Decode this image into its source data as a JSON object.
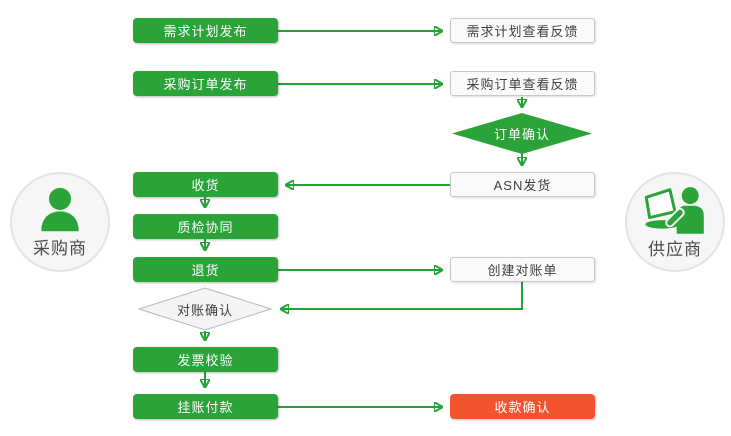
{
  "palette": {
    "green": "#2aa338",
    "arrow_green": "#23a336",
    "red": "#f3532e",
    "light_node_bg": "#fafafa",
    "light_node_border": "#c8c8c8",
    "dark_text": "#3f3f3f"
  },
  "actors": {
    "buyer": {
      "label": "采购商",
      "icon": "person-icon"
    },
    "supplier": {
      "label": "供应商",
      "icon": "person-laptop-icon"
    }
  },
  "nodes": {
    "demand_plan_publish": "需求计划发布",
    "demand_plan_feedback": "需求计划查看反馈",
    "po_publish": "采购订单发布",
    "po_feedback": "采购订单查看反馈",
    "order_confirm": "订单确认",
    "receive_goods": "收货",
    "asn_ship": "ASN发货",
    "quality_collab": "质检协同",
    "return_goods": "退货",
    "create_statement": "创建对账单",
    "statement_confirm": "对账确认",
    "invoice_check": "发票校验",
    "book_payment": "挂账付款",
    "receipt_confirm": "收款确认"
  },
  "edges": [
    {
      "from": "demand_plan_publish",
      "to": "demand_plan_feedback"
    },
    {
      "from": "po_publish",
      "to": "po_feedback"
    },
    {
      "from": "po_feedback",
      "to": "order_confirm"
    },
    {
      "from": "order_confirm",
      "to": "asn_ship"
    },
    {
      "from": "asn_ship",
      "to": "receive_goods"
    },
    {
      "from": "receive_goods",
      "to": "quality_collab"
    },
    {
      "from": "quality_collab",
      "to": "return_goods"
    },
    {
      "from": "return_goods",
      "to": "create_statement"
    },
    {
      "from": "create_statement",
      "to": "statement_confirm"
    },
    {
      "from": "statement_confirm",
      "to": "invoice_check"
    },
    {
      "from": "invoice_check",
      "to": "book_payment"
    },
    {
      "from": "book_payment",
      "to": "receipt_confirm"
    }
  ]
}
